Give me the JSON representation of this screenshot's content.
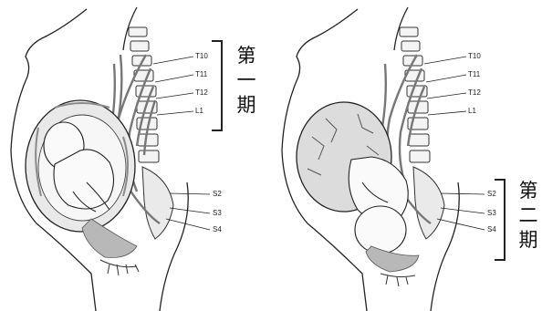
{
  "panel_1": {
    "upper_labels": [
      "T10",
      "T11",
      "T12",
      "L1"
    ],
    "sacral_labels": [
      "S2",
      "S3",
      "S4"
    ],
    "phase_chars": [
      "第",
      "一",
      "期"
    ]
  },
  "panel_2": {
    "upper_labels": [
      "T10",
      "T11",
      "T12",
      "L1"
    ],
    "sacral_labels": [
      "S2",
      "S3",
      "S4"
    ],
    "phase_chars": [
      "第",
      "二",
      "期"
    ]
  },
  "colors": {
    "ink": "#222222",
    "pain_fill": "#9a9a9a",
    "background": "#ffffff"
  }
}
